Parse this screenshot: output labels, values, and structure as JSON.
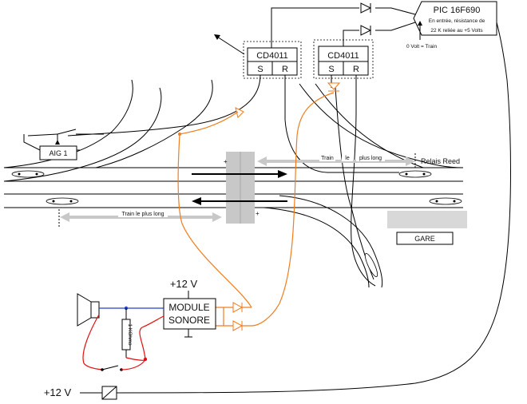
{
  "pic": {
    "title": "PIC 16F690",
    "line1": "En entrée, résistance de",
    "line2": "22 K reliée au +5 Volts",
    "input_note": "0 Volt = Train"
  },
  "gates": [
    {
      "label": "CD4011",
      "s": "S",
      "r": "R"
    },
    {
      "label": "CD4011",
      "s": "S",
      "r": "R"
    }
  ],
  "labels": {
    "aig": "AIG 1",
    "relais_reed": "Relais Reed",
    "train_top": [
      "Train",
      "le",
      "plus long"
    ],
    "train_bottom": "Train le plus long",
    "gare": "GARE",
    "module_line1": "MODULE",
    "module_line2": "SONORE",
    "v12_top": "+12 V",
    "v12_bottom": "+12 V",
    "resistor": "1 KOhms"
  },
  "colors": {
    "signal_wire": "#f07d1e",
    "speaker_wire_red": "#e01010",
    "speaker_wire_blue": "#2040c8",
    "train_arrow": "#c8c8c8",
    "detection_zone": "#c8c8c8"
  }
}
